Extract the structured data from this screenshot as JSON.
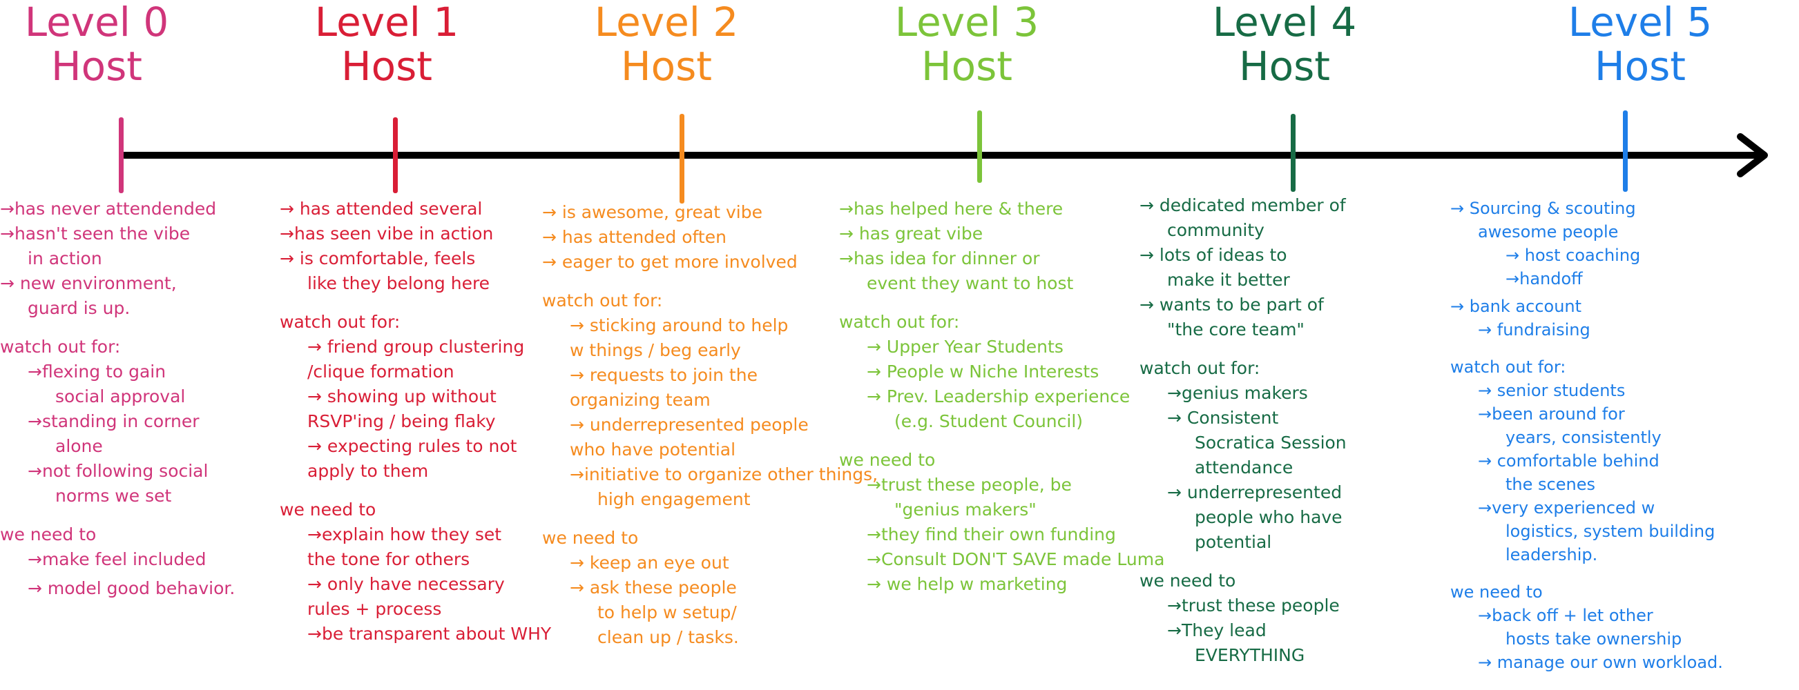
{
  "colors": {
    "axis": "#000000",
    "level0": "#d0357a",
    "level1": "#d91e36",
    "level2": "#f58b1f",
    "level3": "#7cc43a",
    "level4": "#176b45",
    "level5": "#1e7ee8"
  },
  "levels": [
    {
      "title_line1": "Level 0",
      "title_line2": "Host",
      "items": [
        {
          "text": "→has never attendended",
          "style": ""
        },
        {
          "text": "→hasn't seen the vibe",
          "style": ""
        },
        {
          "text": "in action",
          "style": "indent1"
        },
        {
          "text": "→ new environment,",
          "style": ""
        },
        {
          "text": "guard is up.",
          "style": "indent1"
        },
        {
          "text": "watch out for:",
          "style": "section"
        },
        {
          "text": "→flexing to gain",
          "style": "indent1"
        },
        {
          "text": "social approval",
          "style": "indent2"
        },
        {
          "text": "→standing in corner",
          "style": "indent1"
        },
        {
          "text": "alone",
          "style": "indent2"
        },
        {
          "text": "→not following social",
          "style": "indent1"
        },
        {
          "text": "norms we set",
          "style": "indent2"
        },
        {
          "text": "we need to",
          "style": "section"
        },
        {
          "text": "→make feel included",
          "style": "indent1"
        },
        {
          "text": "→ model good behavior.",
          "style": "indent1 gap"
        }
      ]
    },
    {
      "title_line1": "Level 1",
      "title_line2": "Host",
      "items": [
        {
          "text": "→ has attended several",
          "style": ""
        },
        {
          "text": "→has seen vibe in action",
          "style": ""
        },
        {
          "text": "→ is comfortable, feels",
          "style": ""
        },
        {
          "text": "like they belong here",
          "style": "indent1"
        },
        {
          "text": "watch out for:",
          "style": "section"
        },
        {
          "text": "→ friend group clustering",
          "style": "indent1"
        },
        {
          "text": "/clique formation",
          "style": "indent1"
        },
        {
          "text": "→ showing up without",
          "style": "indent1"
        },
        {
          "text": "RSVP'ing / being flaky",
          "style": "indent1"
        },
        {
          "text": "→ expecting rules to not",
          "style": "indent1"
        },
        {
          "text": "apply to them",
          "style": "indent1"
        },
        {
          "text": "we need to",
          "style": "section"
        },
        {
          "text": "→explain how they set",
          "style": "indent1"
        },
        {
          "text": "the tone for others",
          "style": "indent1"
        },
        {
          "text": "→ only have necessary",
          "style": "indent1"
        },
        {
          "text": "rules + process",
          "style": "indent1"
        },
        {
          "text": "→be transparent about WHY",
          "style": "indent1"
        }
      ]
    },
    {
      "title_line1": "Level 2",
      "title_line2": "Host",
      "items": [
        {
          "text": "→ is awesome, great vibe",
          "style": ""
        },
        {
          "text": "→ has attended often",
          "style": ""
        },
        {
          "text": "→ eager to get more involved",
          "style": ""
        },
        {
          "text": "watch out for:",
          "style": "section"
        },
        {
          "text": "→ sticking around to help",
          "style": "indent1"
        },
        {
          "text": "w things / beg early",
          "style": "indent1"
        },
        {
          "text": "→ requests to join the",
          "style": "indent1"
        },
        {
          "text": "organizing team",
          "style": "indent1"
        },
        {
          "text": "→ underrepresented people",
          "style": "indent1"
        },
        {
          "text": "who have potential",
          "style": "indent1"
        },
        {
          "text": "→initiative to organize other things,",
          "style": "indent1"
        },
        {
          "text": "high engagement",
          "style": "indent2"
        },
        {
          "text": "we need to",
          "style": "section"
        },
        {
          "text": "→ keep an eye out",
          "style": "indent1"
        },
        {
          "text": "→ ask these people",
          "style": "indent1"
        },
        {
          "text": "to help w setup/",
          "style": "indent2"
        },
        {
          "text": "clean up / tasks.",
          "style": "indent2"
        }
      ]
    },
    {
      "title_line1": "Level 3",
      "title_line2": "Host",
      "items": [
        {
          "text": "→has helped here & there",
          "style": ""
        },
        {
          "text": "→ has great vibe",
          "style": ""
        },
        {
          "text": "→has idea for dinner or",
          "style": ""
        },
        {
          "text": "event they want to host",
          "style": "indent1"
        },
        {
          "text": "watch out for:",
          "style": "section"
        },
        {
          "text": "→ Upper Year Students",
          "style": "indent1"
        },
        {
          "text": "→ People w Niche Interests",
          "style": "indent1"
        },
        {
          "text": "→ Prev. Leadership experience",
          "style": "indent1"
        },
        {
          "text": "(e.g. Student Council)",
          "style": "indent2"
        },
        {
          "text": "we need to",
          "style": "section"
        },
        {
          "text": "→trust these people, be",
          "style": "indent1"
        },
        {
          "text": "\"genius makers\"",
          "style": "indent2"
        },
        {
          "text": "→they find their own funding",
          "style": "indent1"
        },
        {
          "text": "→Consult DON'T SAVE made Luma",
          "style": "indent1"
        },
        {
          "text": "→ we help w marketing",
          "style": "indent1"
        }
      ]
    },
    {
      "title_line1": "Level 4",
      "title_line2": "Host",
      "items": [
        {
          "text": "→ dedicated member of",
          "style": ""
        },
        {
          "text": "community",
          "style": "indent1"
        },
        {
          "text": "→ lots of ideas to",
          "style": ""
        },
        {
          "text": "make it better",
          "style": "indent1"
        },
        {
          "text": "→ wants to be part of",
          "style": ""
        },
        {
          "text": "\"the core team\"",
          "style": "indent1"
        },
        {
          "text": "watch out for:",
          "style": "section"
        },
        {
          "text": "→genius makers",
          "style": "indent1"
        },
        {
          "text": "→ Consistent",
          "style": "indent1"
        },
        {
          "text": "Socratica Session",
          "style": "indent2"
        },
        {
          "text": "attendance",
          "style": "indent2"
        },
        {
          "text": "→ underrepresented",
          "style": "indent1"
        },
        {
          "text": "people who have",
          "style": "indent2"
        },
        {
          "text": "potential",
          "style": "indent2"
        },
        {
          "text": "we need to",
          "style": "section"
        },
        {
          "text": "→trust these people",
          "style": "indent1"
        },
        {
          "text": "→They lead",
          "style": "indent1"
        },
        {
          "text": "EVERYTHING",
          "style": "indent2"
        }
      ]
    },
    {
      "title_line1": "Level 5",
      "title_line2": "Host",
      "items": [
        {
          "text": "→ Sourcing & scouting",
          "style": ""
        },
        {
          "text": "awesome people",
          "style": "indent1"
        },
        {
          "text": "→ host coaching",
          "style": "indent2"
        },
        {
          "text": "→handoff",
          "style": "indent2"
        },
        {
          "text": "→ bank account",
          "style": "gap"
        },
        {
          "text": "→ fundraising",
          "style": "indent1"
        },
        {
          "text": "watch out for:",
          "style": "section"
        },
        {
          "text": "→ senior students",
          "style": "indent1"
        },
        {
          "text": "→been around for",
          "style": "indent1"
        },
        {
          "text": "years, consistently",
          "style": "indent2"
        },
        {
          "text": "→ comfortable behind",
          "style": "indent1"
        },
        {
          "text": "the scenes",
          "style": "indent2"
        },
        {
          "text": "→very experienced w",
          "style": "indent1"
        },
        {
          "text": "logistics, system building",
          "style": "indent2"
        },
        {
          "text": "leadership.",
          "style": "indent2"
        },
        {
          "text": "we need to",
          "style": "section"
        },
        {
          "text": "→back off + let other",
          "style": "indent1"
        },
        {
          "text": "hosts take ownership",
          "style": "indent2"
        },
        {
          "text": "→ manage our own workload.",
          "style": "indent1"
        }
      ]
    }
  ]
}
